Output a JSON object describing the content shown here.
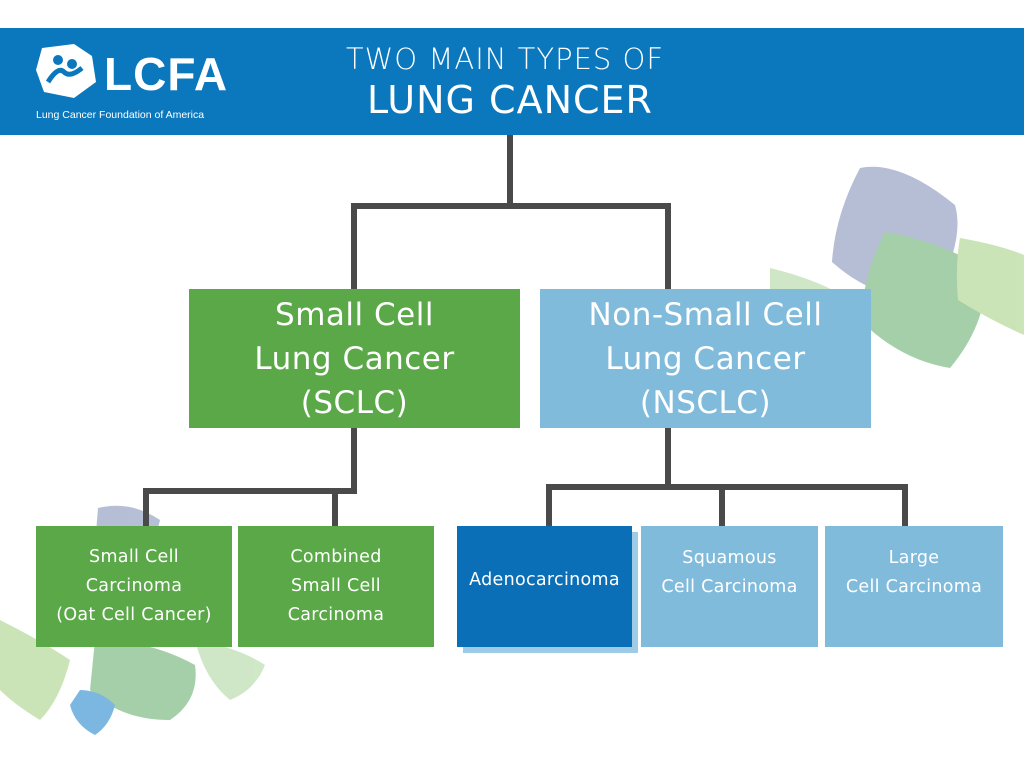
{
  "header": {
    "logo_text": "LCFA",
    "logo_subtitle": "Lung Cancer Foundation of America",
    "title_line1": "TWO MAIN TYPES OF",
    "title_line2": "LUNG CANCER",
    "color": "#0b77bd"
  },
  "main_types": {
    "sclc": {
      "label": "Small Cell\nLung Cancer\n(SCLC)",
      "color": "#5aa847"
    },
    "nsclc": {
      "label": "Non-Small Cell\nLung Cancer\n(NSCLC)",
      "color": "#80bbdc"
    }
  },
  "subtypes": {
    "small_cell_carcinoma": "Small Cell\nCarcinoma\n(Oat Cell Cancer)",
    "combined_small_cell": "Combined\nSmall Cell\nCarcinoma",
    "adenocarcinoma": "Adenocarcinoma",
    "squamous": "Squamous\nCell Carcinoma",
    "large_cell": "Large\nCell Carcinoma"
  },
  "colors": {
    "connector": "#4a4a4a",
    "adenocarcinoma": "#0b6fb7"
  }
}
